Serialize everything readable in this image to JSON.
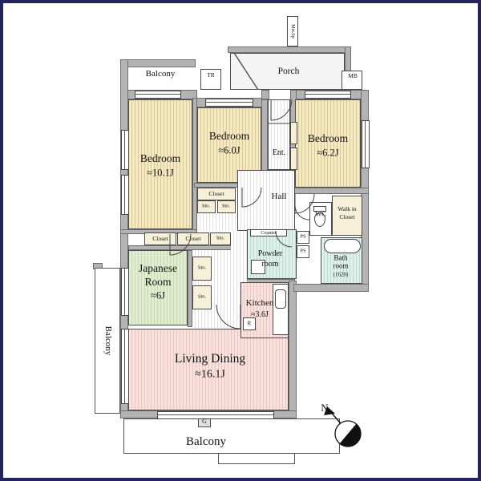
{
  "colors": {
    "frame": "#23235e",
    "wall": "#b3b3b3",
    "bedroom_fill": "#f3e9c3",
    "japanese_fill": "#e2ecd3",
    "living_fill": "#f9e2de",
    "sanitary_fill": "#def0e9",
    "closet_fill": "#f7f0d8"
  },
  "labels": {
    "balcony_top": "Balcony",
    "balcony_left": "Balcony",
    "balcony_bottom": "Balcony",
    "porch": "Porch",
    "tr": "TR",
    "mb": "MB",
    "met_sp": "Met.Sp",
    "ent": "Ent.",
    "hall": "Hall",
    "wc": "WC",
    "closet": "Closet",
    "sto": "Sto.",
    "counter": "Counter",
    "ps": "PS",
    "g": "G",
    "r": "R",
    "north": "N"
  },
  "rooms": {
    "bedroom_a": {
      "name": "Bedroom",
      "size": "≈10.1J"
    },
    "bedroom_b": {
      "name": "Bedroom",
      "size": "≈6.0J"
    },
    "bedroom_c": {
      "name": "Bedroom",
      "size": "≈6.2J"
    },
    "japanese_room": {
      "name_line1": "Japanese",
      "name_line2": "Room",
      "size": "≈6J"
    },
    "living_dining": {
      "name": "Living Dining",
      "size": "≈16.1J"
    },
    "kitchen": {
      "name": "Kitchen",
      "size": "≈3.6J"
    },
    "powder_room": {
      "name_line1": "Powder",
      "name_line2": "room"
    },
    "bath_room": {
      "name_line1": "Bath",
      "name_line2": "room",
      "size": "(1620)"
    },
    "walk_in_closet": {
      "name_line1": "Walk in",
      "name_line2": "Closet"
    }
  }
}
